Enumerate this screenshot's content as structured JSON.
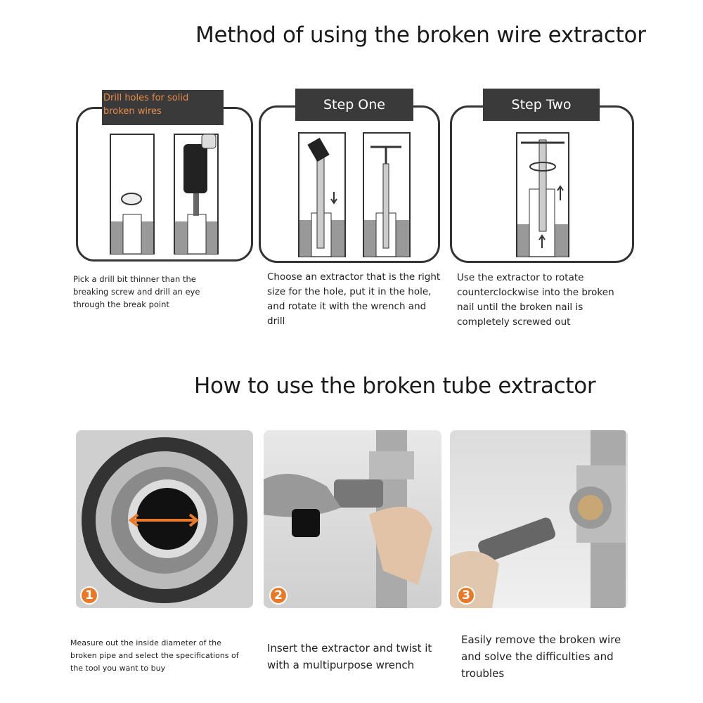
{
  "section1": {
    "title": "Method of using the broken wire extractor",
    "panels": [
      {
        "label": "Drill holes for solid broken wires",
        "description": "Pick a drill bit thinner than the breaking screw and drill an eye through the break point"
      },
      {
        "label": "Step One",
        "description": "Choose an extractor that is the right size for the hole, put it in the hole, and rotate it with the wrench and drill"
      },
      {
        "label": "Step Two",
        "description": "Use the extractor to rotate counterclockwise into the broken nail until the broken nail is completely screwed out"
      }
    ]
  },
  "section2": {
    "title": "How to use the broken tube extractor",
    "steps": [
      {
        "number": "1",
        "description": "Measure out the inside diameter of the broken pipe and select the specifications of the tool you want to buy"
      },
      {
        "number": "2",
        "description": "Insert the extractor and twist it with a multipurpose wrench"
      },
      {
        "number": "3",
        "description": "Easily remove the broken wire and solve the difficulties and troubles"
      }
    ]
  },
  "colors": {
    "accent": "#e67a2a",
    "label_bg": "#3a3a3a"
  }
}
